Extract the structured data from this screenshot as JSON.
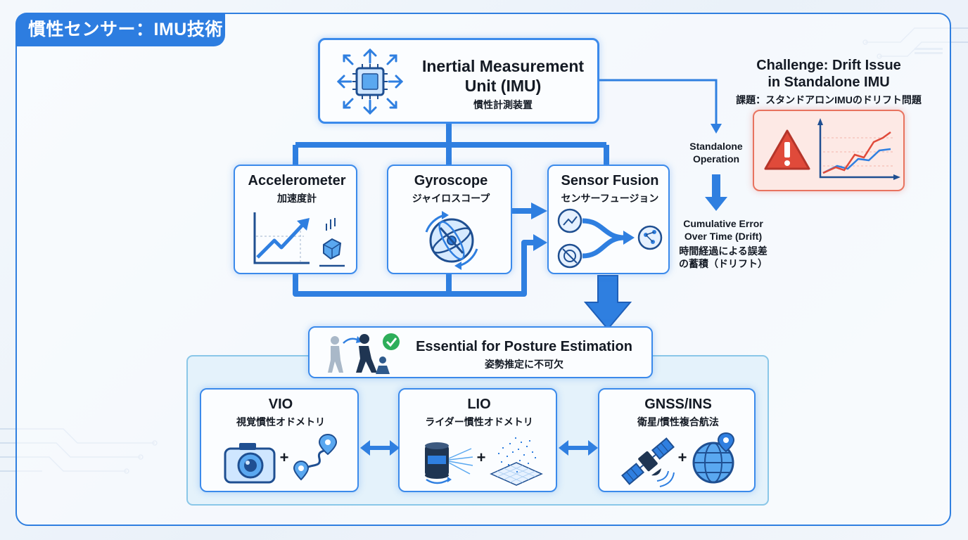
{
  "header": {
    "title": "慣性センサー：IMU技術"
  },
  "imu": {
    "title_en_line1": "Inertial Measurement",
    "title_en_line2": "Unit (IMU)",
    "title_jp": "慣性計測装置"
  },
  "sensors": {
    "accelerometer": {
      "en": "Accelerometer",
      "jp": "加速度計"
    },
    "gyroscope": {
      "en": "Gyroscope",
      "jp": "ジャイロスコープ"
    },
    "fusion": {
      "en": "Sensor Fusion",
      "jp": "センサーフュージョン"
    }
  },
  "drift": {
    "challenge_line1": "Challenge: Drift Issue",
    "challenge_line2": "in Standalone IMU",
    "challenge_jp": "課題：スタンドアロンIMUのドリフト問題",
    "standalone_line1": "Standalone",
    "standalone_line2": "Operation",
    "error_line1": "Cumulative Error",
    "error_line2": "Over Time (Drift)",
    "error_jp_line1": "時間経過による誤差",
    "error_jp_line2": "の蓄積（ドリフト）"
  },
  "posture": {
    "en": "Essential for Posture Estimation",
    "jp": "姿勢推定に不可欠"
  },
  "apps": {
    "vio": {
      "en": "VIO",
      "jp": "視覚慣性オドメトリ"
    },
    "lio": {
      "en": "LIO",
      "jp": "ライダー慣性オドメトリ"
    },
    "gnss": {
      "en": "GNSS/INS",
      "jp": "衛星/慣性複合航法"
    }
  },
  "symbols": {
    "plus": "+"
  },
  "colors": {
    "accent": "#2f7fe0",
    "accent_dark": "#1f4f91",
    "warning": "#e04a3a",
    "success": "#2eae5a"
  },
  "icons": [
    "chip-icon",
    "graph-icon",
    "cube-icon",
    "gyroscope-icon",
    "fusion-icon",
    "warning-icon",
    "drift-chart-icon",
    "people-icon",
    "check-icon",
    "camera-icon",
    "path-icon",
    "lidar-icon",
    "pointcloud-icon",
    "satellite-icon",
    "globe-icon",
    "double-arrow-icon"
  ]
}
